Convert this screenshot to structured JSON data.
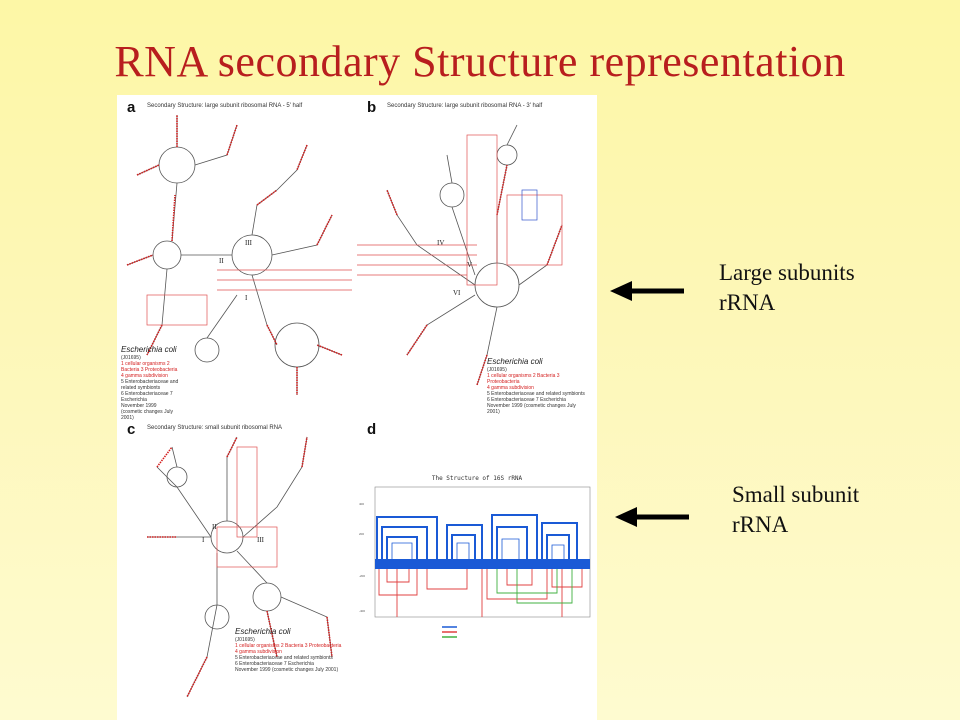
{
  "slide": {
    "title": "RNA secondary Structure representation"
  },
  "figure": {
    "panels": [
      {
        "letter": "a",
        "title": "Secondary Structure: large subunit ribosomal RNA - 5' half",
        "organism": "Escherichia coli",
        "domains": [
          "I",
          "II",
          "III"
        ],
        "legend_lines": [
          "(J01695)",
          "1 cellular organisms 2 Bacteria 3 Proteobacteria",
          "4 gamma subdivision",
          "5 Enterobacteriaceae and related symbionts",
          "6 Enterobacteriaceae 7 Escherichia",
          "November 1999",
          "(cosmetic changes July 2001)"
        ]
      },
      {
        "letter": "b",
        "title": "Secondary Structure: large subunit ribosomal RNA - 3' half",
        "organism": "Escherichia coli",
        "domains": [
          "IV",
          "V",
          "VI"
        ],
        "legend_lines": [
          "(J01695)",
          "1 cellular organisms 2 Bacteria 3 Proteobacteria",
          "4 gamma subdivision",
          "5 Enterobacteriaceae and related symbionts",
          "6 Enterobacteriaceae 7 Escherichia",
          "November 1999 (cosmetic changes July 2001)"
        ]
      },
      {
        "letter": "c",
        "title": "Secondary Structure: small subunit ribosomal RNA",
        "organism": "Escherichia coli",
        "domains": [
          "I",
          "II",
          "III"
        ],
        "legend_lines": [
          "(J01695)",
          "1 cellular organisms 2 Bacteria 3 Proteobacteria",
          "4 gamma subdivision",
          "5 Enterobacteriaceae and related symbionts",
          "6 Enterobacteriaceae 7 Escherichia",
          "November 1999 (cosmetic changes July 2001)"
        ]
      },
      {
        "letter": "d",
        "title": "The Structure of 16S rRNA"
      }
    ],
    "colors": {
      "stem": "#d42020",
      "arc_primary": "#1a5ad6",
      "arc_secondary": "#e04040",
      "arc_tertiary": "#40b040"
    }
  },
  "labels": {
    "large": [
      "Large subunits",
      "rRNA"
    ],
    "small": [
      "Small subunit",
      "rRNA"
    ]
  },
  "colors": {
    "title": "#b81e1e",
    "background": "#fdf7b8"
  }
}
